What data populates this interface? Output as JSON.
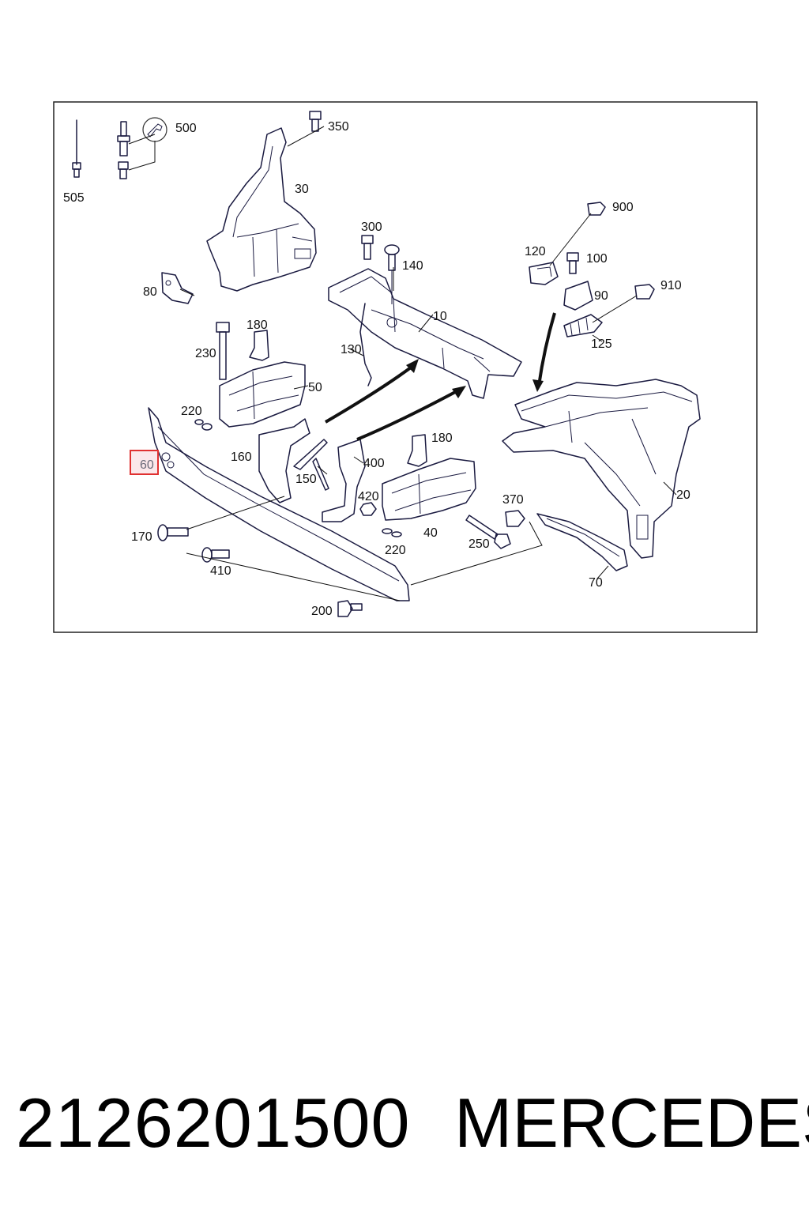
{
  "diagram": {
    "callouts": [
      {
        "id": "505",
        "text": "505"
      },
      {
        "id": "500",
        "text": "500"
      },
      {
        "id": "350",
        "text": "350"
      },
      {
        "id": "30",
        "text": "30"
      },
      {
        "id": "80",
        "text": "80"
      },
      {
        "id": "300",
        "text": "300"
      },
      {
        "id": "140",
        "text": "140"
      },
      {
        "id": "900",
        "text": "900"
      },
      {
        "id": "120",
        "text": "120"
      },
      {
        "id": "100",
        "text": "100"
      },
      {
        "id": "910",
        "text": "910"
      },
      {
        "id": "90",
        "text": "90"
      },
      {
        "id": "10",
        "text": "10"
      },
      {
        "id": "125",
        "text": "125"
      },
      {
        "id": "180a",
        "text": "180"
      },
      {
        "id": "230",
        "text": "230"
      },
      {
        "id": "130",
        "text": "130"
      },
      {
        "id": "50",
        "text": "50"
      },
      {
        "id": "220a",
        "text": "220"
      },
      {
        "id": "60",
        "text": "60"
      },
      {
        "id": "160",
        "text": "160"
      },
      {
        "id": "150",
        "text": "150"
      },
      {
        "id": "400",
        "text": "400"
      },
      {
        "id": "180b",
        "text": "180"
      },
      {
        "id": "420",
        "text": "420"
      },
      {
        "id": "370",
        "text": "370"
      },
      {
        "id": "20",
        "text": "20"
      },
      {
        "id": "170",
        "text": "170"
      },
      {
        "id": "40",
        "text": "40"
      },
      {
        "id": "250",
        "text": "250"
      },
      {
        "id": "220b",
        "text": "220"
      },
      {
        "id": "410",
        "text": "410"
      },
      {
        "id": "70",
        "text": "70"
      },
      {
        "id": "200",
        "text": "200"
      }
    ],
    "highlighted_callout": "60",
    "highlight_color": "#e03030"
  },
  "footer": {
    "part_number": "2126201500",
    "brand": "MERCEDES"
  }
}
